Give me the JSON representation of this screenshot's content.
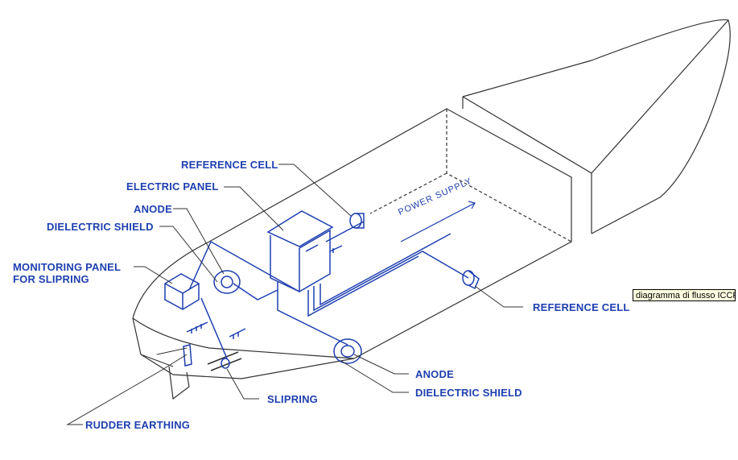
{
  "labels": {
    "reference_cell_top": "REFERENCE CELL",
    "electric_panel": "ELECTRIC PANEL",
    "anode_left": "ANODE",
    "dielectric_shield_left": "DIELECTRIC SHIELD",
    "monitoring_panel": "MONITORING PANEL\nFOR SLIPRING",
    "reference_cell_right": "REFERENCE CELL",
    "anode_bottom": "ANODE",
    "dielectric_shield_bottom": "DIELECTRIC SHIELD",
    "slipring": "SLIPRING",
    "rudder_earthing": "RUDDER EARTHING",
    "power_supply": "POWER SUPPLY"
  },
  "tooltip": "diagramma di flusso ICCP",
  "colors": {
    "line": "#1e3fb0",
    "hull": "#333333",
    "background": "#ffffff"
  }
}
